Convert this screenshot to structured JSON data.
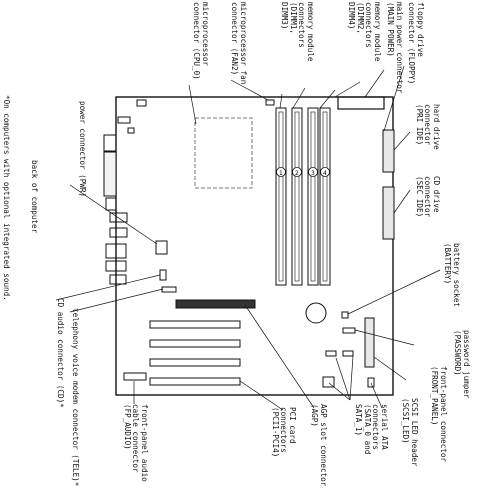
{
  "diagram": {
    "back_of_computer": "back of computer",
    "footnote": "*On computers with optional integrated sound.",
    "callouts": [
      {
        "key": "floppy",
        "lines": [
          "floppy drive",
          "connector (FLOPPY)"
        ]
      },
      {
        "key": "main_power",
        "lines": [
          "main power connector",
          "(MAIN POWER)"
        ]
      },
      {
        "key": "memory_modules",
        "lines": [
          "memory module",
          "connectors",
          "(DIMM2,",
          "DIMM4)"
        ]
      },
      {
        "key": "memory_modules_2",
        "lines": [
          "memory module",
          "connectors",
          "(DIMM1,",
          "DIMM3)"
        ]
      },
      {
        "key": "fan",
        "lines": [
          "microprocessor fan",
          "connector (FAN2)"
        ]
      },
      {
        "key": "cpu",
        "lines": [
          "microprocessor",
          "connector (CPU_0)"
        ]
      },
      {
        "key": "hdd",
        "lines": [
          "hard drive",
          "connector",
          "(PRI IDE)"
        ]
      },
      {
        "key": "cd",
        "lines": [
          "CD drive",
          "connector",
          "(SEC IDE)"
        ]
      },
      {
        "key": "battery",
        "lines": [
          "battery socket",
          "(BATTERY)"
        ]
      },
      {
        "key": "pwr",
        "lines": [
          "power connector (PWR)"
        ]
      },
      {
        "key": "cd_audio",
        "lines": [
          "CD audio connector (CD)*"
        ]
      },
      {
        "key": "tele",
        "lines": [
          "telephony voice modem connector (TELE)*"
        ]
      },
      {
        "key": "pcijumper",
        "lines": [
          "password jumper",
          "(PASSWORD)"
        ]
      },
      {
        "key": "front_panel",
        "lines": [
          "front-panel connector",
          "(FRONT_PANEL)"
        ]
      },
      {
        "key": "scsi",
        "lines": [
          "SCSI LED header",
          "(SCSI_LED)"
        ]
      },
      {
        "key": "sata",
        "lines": [
          "serial ATA",
          "connectors",
          "(SATA_0 and",
          "SATA_1)"
        ]
      },
      {
        "key": "agp",
        "lines": [
          "AGP slot connector",
          "(AGP)"
        ]
      },
      {
        "key": "pci",
        "lines": [
          "PCI card",
          "connectors",
          "(PCI1-PCI4)"
        ]
      },
      {
        "key": "fp_audio",
        "lines": [
          "front-panel audio",
          "cable connector",
          "(FP_AUDIO)"
        ]
      }
    ],
    "dimm_numbers": [
      "1",
      "2",
      "3",
      "4"
    ]
  }
}
